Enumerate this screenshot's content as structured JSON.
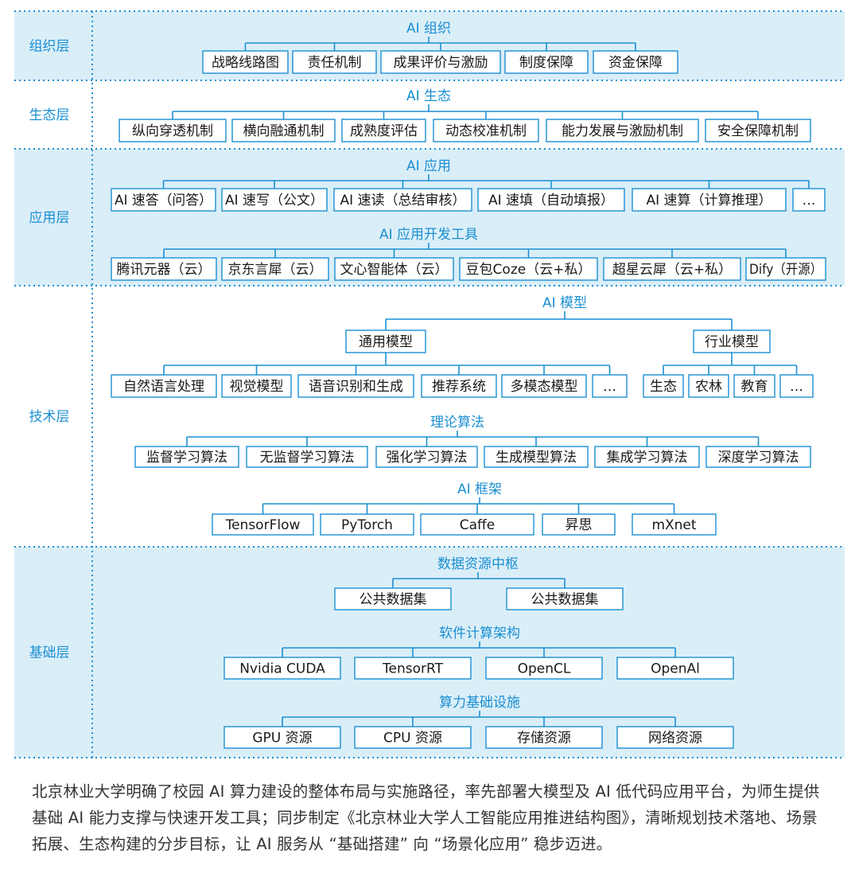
{
  "colors": {
    "band": "#daeef8",
    "line": "#1b8fd2",
    "box_border": "#1b8fd2",
    "box_fill": "#ffffff",
    "accent_text": "#1b8fd2",
    "body_text": "#1a1a1a",
    "dotted": "#1b8fd2"
  },
  "layers": [
    {
      "id": "org",
      "label": "组织层"
    },
    {
      "id": "eco",
      "label": "生态层"
    },
    {
      "id": "app",
      "label": "应用层"
    },
    {
      "id": "tech",
      "label": "技术层"
    },
    {
      "id": "base",
      "label": "基础层"
    }
  ],
  "groups": {
    "g_org": {
      "title": "AI 组织",
      "items": [
        "战略线路图",
        "责任机制",
        "成果评价与激励",
        "制度保障",
        "资金保障"
      ]
    },
    "g_eco": {
      "title": "AI 生态",
      "items": [
        "纵向穿透机制",
        "横向融通机制",
        "成熟度评估",
        "动态校准机制",
        "能力发展与激励机制",
        "安全保障机制"
      ]
    },
    "g_app": {
      "title": "AI 应用",
      "items": [
        "AI 速答（问答）",
        "AI 速写（公文）",
        "AI 速读（总结审核）",
        "AI 速填（自动填报）",
        "AI 速算（计算推理）",
        "…"
      ]
    },
    "g_tools": {
      "title": "AI 应用开发工具",
      "items": [
        "腾讯元器（云）",
        "京东言犀（云）",
        "文心智能体（云）",
        "豆包Coze（云+私）",
        "超星云犀（云+私）",
        "Dify（开源）"
      ]
    },
    "g_model": {
      "title": "AI 模型",
      "items": [
        "通用模型",
        "行业模型"
      ]
    },
    "g_general": {
      "items": [
        "自然语言处理",
        "视觉模型",
        "语音识别和生成",
        "推荐系统",
        "多模态模型",
        "…"
      ]
    },
    "g_industry": {
      "items": [
        "生态",
        "农林",
        "教育",
        "…"
      ]
    },
    "g_algo": {
      "title": "理论算法",
      "items": [
        "监督学习算法",
        "无监督学习算法",
        "强化学习算法",
        "生成模型算法",
        "集成学习算法",
        "深度学习算法"
      ]
    },
    "g_fw": {
      "title": "AI 框架",
      "items": [
        "TensorFlow",
        "PyTorch",
        "Caffe",
        "昇思",
        "mXnet"
      ]
    },
    "g_data": {
      "title": "数据资源中枢",
      "items": [
        "公共数据集",
        "公共数据集"
      ]
    },
    "g_sw": {
      "title": "软件计算架构",
      "items": [
        "Nvidia CUDA",
        "TensorRT",
        "OpenCL",
        "OpenAl"
      ]
    },
    "g_hw": {
      "title": "算力基础设施",
      "items": [
        "GPU 资源",
        "CPU 资源",
        "存储资源",
        "网络资源"
      ]
    }
  },
  "caption": "北京林业大学明确了校园 AI 算力建设的整体布局与实施路径，率先部署大模型及 AI 低代码应用平台，为师生提供基础 AI 能力支撑与快速开发工具；同步制定《北京林业大学人工智能应用推进结构图》，清晰规划技术落地、场景拓展、生态构建的分步目标，让 AI 服务从 “基础搭建” 向 “场景化应用” 稳步迈进。"
}
